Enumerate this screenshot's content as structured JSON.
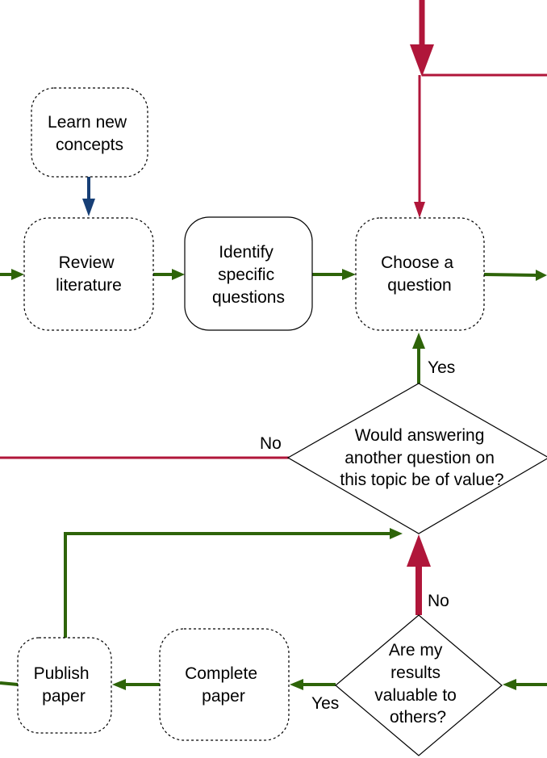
{
  "colors": {
    "green": "#2e6409",
    "red": "#b0163a",
    "blue": "#173f76",
    "outline": "#000000"
  },
  "nodes": {
    "learn": [
      "Learn new",
      "concepts"
    ],
    "review": [
      "Review",
      "literature"
    ],
    "identify": [
      "Identify",
      "specific",
      "questions"
    ],
    "choose": [
      "Choose a",
      "question"
    ],
    "would": [
      "Would answering",
      "another question on",
      "this topic be of value?"
    ],
    "are": [
      "Are my",
      "results",
      "valuable to",
      "others?"
    ],
    "complete": [
      "Complete",
      "paper"
    ],
    "publish": [
      "Publish",
      "paper"
    ]
  },
  "edge_labels": {
    "yes_top": "Yes",
    "no_left": "No",
    "no_mid": "No",
    "yes_bottom": "Yes"
  }
}
